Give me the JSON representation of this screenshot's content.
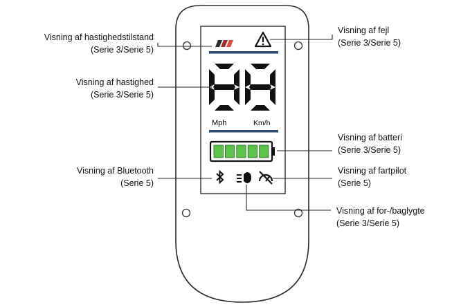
{
  "display": {
    "speed_digits": "88",
    "unit_mph": "Mph",
    "unit_kmh": "Km/h",
    "battery_segments": 5,
    "speed_mode_bar_colors": [
      "#2b2b2b",
      "#a0302c",
      "#e04a3a"
    ],
    "battery_color": "#5cc24a"
  },
  "callouts": {
    "speed_mode": {
      "line1": "Visning af hastighedstilstand",
      "line2": "(Serie 3/Serie 5)"
    },
    "speed": {
      "line1": "Visning af hastighed",
      "line2": "(Serie 3/Serie 5)"
    },
    "bluetooth": {
      "line1": "Visning af Bluetooth",
      "line2": "(Serie 5)"
    },
    "error": {
      "line1": "Visning af fejl",
      "line2": "(Serie 3/Serie 5)"
    },
    "battery": {
      "line1": "Visning af batteri",
      "line2": "(Serie 3/Serie 5)"
    },
    "cruise": {
      "line1": "Visning af fartpilot",
      "line2": "(Serie 5)"
    },
    "light": {
      "line1": "Visning af for-/baglygte",
      "line2": "(Serie 3/Serie 5)"
    }
  },
  "icons": [
    "bluetooth-icon",
    "headlight-icon",
    "cruise-control-icon",
    "warning-icon",
    "speed-mode-icon"
  ]
}
